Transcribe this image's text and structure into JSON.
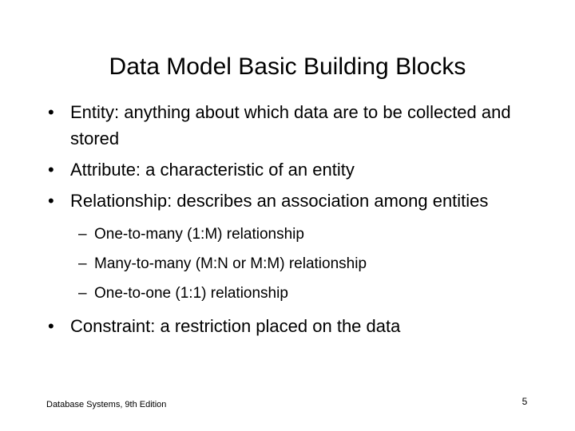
{
  "slide": {
    "title": "Data Model Basic Building Blocks",
    "bullets": [
      {
        "marker": "•",
        "text": "Entity: anything about which data are to be collected and stored"
      },
      {
        "marker": "•",
        "text": "Attribute: a characteristic of an entity"
      },
      {
        "marker": "•",
        "text": "Relationship: describes an association among entities"
      },
      {
        "marker": "•",
        "text": "Constraint: a restriction placed on the data"
      }
    ],
    "sub_bullets": [
      {
        "marker": "–",
        "text": "One-to-many (1:M) relationship"
      },
      {
        "marker": "–",
        "text": "Many-to-many (M:N or M:M) relationship"
      },
      {
        "marker": "–",
        "text": "One-to-one (1:1) relationship"
      }
    ],
    "footer": {
      "source": "Database Systems, 9th Edition",
      "page_number": "5"
    },
    "colors": {
      "background": "#ffffff",
      "text": "#000000"
    }
  }
}
